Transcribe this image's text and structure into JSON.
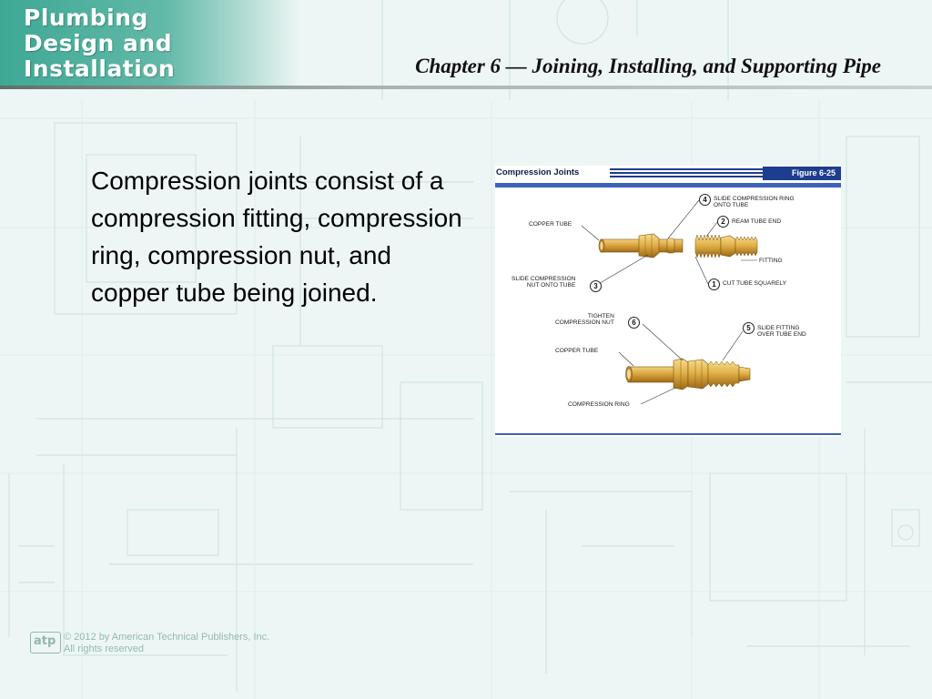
{
  "header": {
    "logo_lines": [
      "Plumbing",
      "Design and",
      "Installation"
    ],
    "chapter_title": "Chapter 6 — Joining, Installing, and Supporting Pipe"
  },
  "body": {
    "text": "Compression joints consist of a compression fitting, compression ring, compression nut, and copper tube being joined."
  },
  "figure": {
    "title": "Compression Joints",
    "label": "Figure 6-25",
    "callouts": {
      "copper_tube_top": "COPPER TUBE",
      "slide_nut": [
        "SLIDE COMPRESSION",
        "NUT ONTO TUBE"
      ],
      "slide_ring": [
        "SLIDE COMPRESSION RING",
        "ONTO TUBE"
      ],
      "ream_tube_end": "REAM TUBE END",
      "fitting": "FITTING",
      "cut_tube_squarely": "CUT TUBE SQUARELY",
      "tighten_nut": [
        "TIGHTEN",
        "COMPRESSION NUT"
      ],
      "slide_fitting": [
        "SLIDE FITTING",
        "OVER TUBE END"
      ],
      "copper_tube_bottom": "COPPER TUBE",
      "compression_ring": "COMPRESSION RING"
    },
    "steps": [
      "1",
      "2",
      "3",
      "4",
      "5",
      "6"
    ]
  },
  "footer": {
    "logo_text": "atp",
    "copyright_lines": [
      "© 2012 by American Technical Publishers, Inc.",
      "All rights reserved"
    ]
  },
  "colors": {
    "logo_panel": "#3ea895",
    "figure_blue": "#1d3d8f",
    "brass": "#d9a93a",
    "background": "#eef6f5"
  }
}
